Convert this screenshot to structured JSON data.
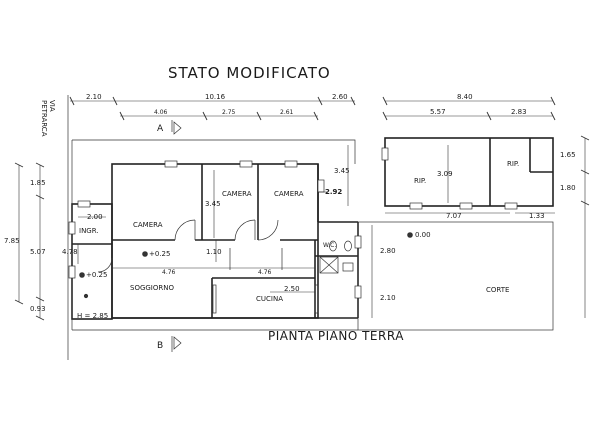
{
  "title": "STATO MODIFICATO",
  "subtitle": "PIANTA PIANO TERRA",
  "street": [
    "VIA",
    "PETRARCA"
  ],
  "section_labels": [
    "A",
    "B"
  ],
  "rooms": {
    "camera_1": "CAMERA",
    "camera_2": "CAMERA",
    "camera_3": "CAMERA",
    "ingresso": "INGR.",
    "soggiorno": "SOGGIORNO",
    "cucina": "CUCINA",
    "wc": "W.C.",
    "rip_1": "RIP.",
    "rip_2": "RIP.",
    "corte": "CORTE"
  },
  "dimensions": {
    "top_2_10": "2.10",
    "top_10_16": "10.16",
    "top_2_60": "2.60",
    "top_4_06": "4.06",
    "top_2_75": "2.75",
    "top_2_61": "2.61",
    "top_8_40": "8.40",
    "top_5_57": "5.57",
    "top_2_83": "2.83",
    "left_1_85": "1.85",
    "left_7_85": "7.85",
    "left_5_07": "5.07",
    "left_0_93": "0.93",
    "right_1_65": "1.65",
    "right_1_80": "1.80",
    "right_1_33": "1.33",
    "in_2_00": "2.00",
    "in_4_78": "4.78",
    "in_3_45a": "3.45",
    "in_3_45b": "3.45",
    "in_2_92": "2.92",
    "in_3_09": "3.09",
    "in_7_07": "7.07",
    "in_1_10": "1.10",
    "in_4_76a": "4.76",
    "in_4_76b": "4.76",
    "in_2_50": "2.50",
    "in_2_80": "2.80",
    "in_2_10": "2.10",
    "h_2_85": "H = 2.85"
  },
  "levels": {
    "plus_025_a": "+0.25",
    "plus_025_b": "+0.25",
    "zero": "0.00"
  }
}
